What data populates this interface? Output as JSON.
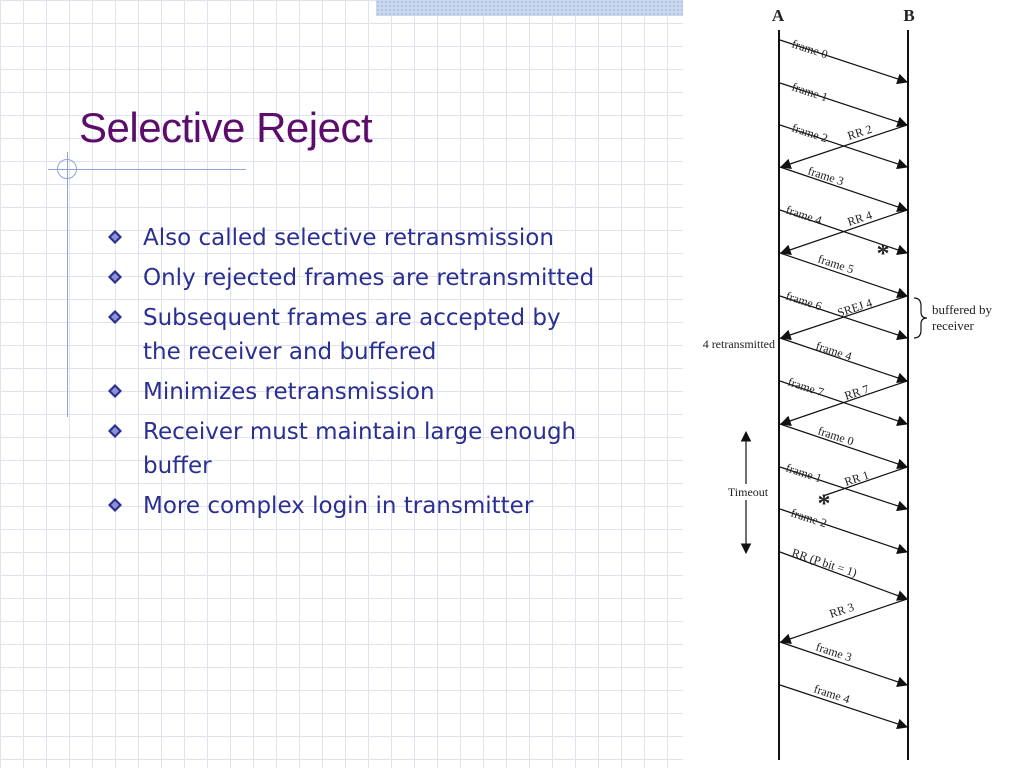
{
  "slide": {
    "title": "Selective Reject",
    "bullets": [
      "Also called selective retransmission",
      "Only rejected frames are retransmitted",
      "Subsequent frames are accepted by the receiver and buffered",
      "Minimizes retransmission",
      "Receiver must maintain large enough buffer",
      "More complex login in transmitter"
    ],
    "colors": {
      "title": "#5c0d6b",
      "bullet_text": "#2b2f8f",
      "bullet_icon": "#2b2f8f",
      "grid": "#dfe3f1"
    },
    "bullet_icon": "diamond-bullet-icon"
  },
  "diagram": {
    "station_a": "A",
    "station_b": "B",
    "messages": [
      {
        "label": "frame 0",
        "dir": "AtoB"
      },
      {
        "label": "frame 1",
        "dir": "AtoB"
      },
      {
        "label": "frame 2",
        "dir": "AtoB"
      },
      {
        "label": "RR 2",
        "dir": "BtoA"
      },
      {
        "label": "frame 3",
        "dir": "AtoB"
      },
      {
        "label": "frame 4",
        "dir": "AtoB"
      },
      {
        "label": "RR 4",
        "dir": "BtoA"
      },
      {
        "label": "frame 5",
        "dir": "AtoB"
      },
      {
        "label": "frame 6",
        "dir": "AtoB"
      },
      {
        "label": "SREJ 4",
        "dir": "BtoA"
      },
      {
        "label": "frame 4",
        "dir": "AtoB"
      },
      {
        "label": "frame 7",
        "dir": "AtoB"
      },
      {
        "label": "RR 7",
        "dir": "BtoA"
      },
      {
        "label": "frame 0",
        "dir": "AtoB"
      },
      {
        "label": "frame 1",
        "dir": "AtoB"
      },
      {
        "label": "RR 1",
        "dir": "BtoA"
      },
      {
        "label": "frame 2",
        "dir": "AtoB"
      },
      {
        "label": "RR (P bit = 1)",
        "dir": "AtoB"
      },
      {
        "label": "RR 3",
        "dir": "BtoA"
      },
      {
        "label": "frame 3",
        "dir": "AtoB"
      },
      {
        "label": "frame 4",
        "dir": "AtoB"
      }
    ],
    "annotations": {
      "buffered": [
        "buffered by",
        "receiver"
      ],
      "retransmitted": "4 retransmitted",
      "timeout": "Timeout",
      "lost_marker": "*"
    }
  }
}
